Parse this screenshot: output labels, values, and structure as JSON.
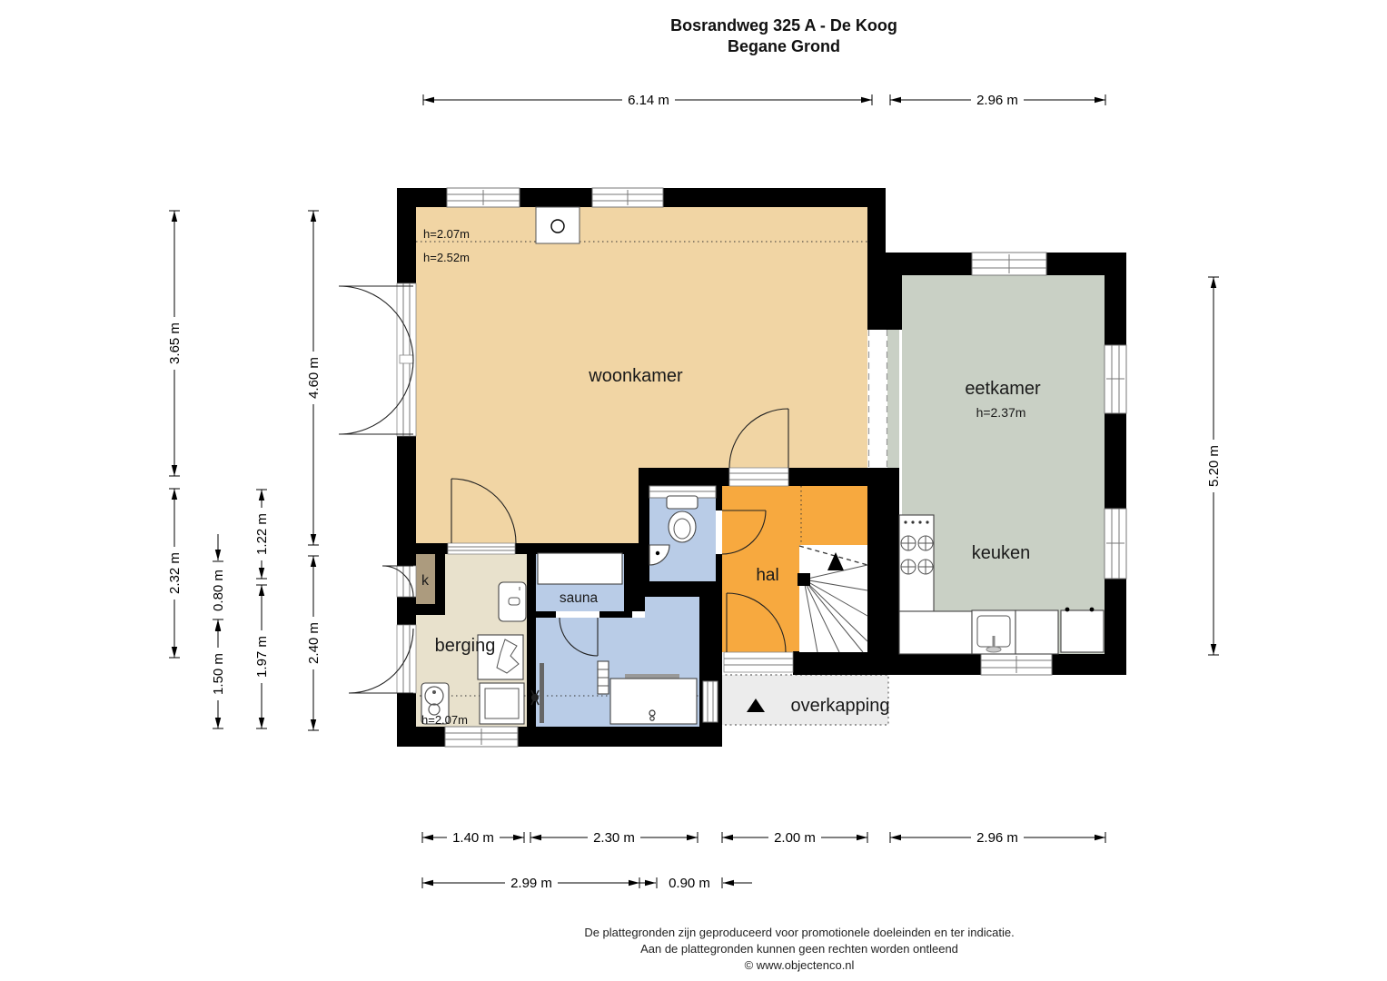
{
  "title": {
    "line1": "Bosrandweg 325 A - De Koog",
    "line2": "Begane Grond"
  },
  "rooms": {
    "woonkamer": {
      "label": "woonkamer",
      "height_note_low": "h=2.07m",
      "height_note_high": "h=2.52m"
    },
    "eetkamer": {
      "label": "eetkamer",
      "height_note": "h=2.37m"
    },
    "keuken": {
      "label": "keuken"
    },
    "hal": {
      "label": "hal"
    },
    "sauna": {
      "label": "sauna"
    },
    "berging": {
      "label": "berging",
      "height_note": "h=2.07m"
    },
    "kast": {
      "label": "k"
    },
    "overkapping": {
      "label": "overkapping"
    }
  },
  "dims": {
    "top1": "6.14 m",
    "top2": "2.96 m",
    "left1": "3.65 m",
    "left2": "2.32 m",
    "left3": "0.80 m",
    "left4": "1.50 m",
    "left5": "1.22 m",
    "left6": "1.97 m",
    "left7": "4.60 m",
    "left8": "2.40 m",
    "right1": "5.20 m",
    "bottom1": "1.40 m",
    "bottom2": "2.30 m",
    "bottom3": "2.00 m",
    "bottom4": "2.96 m",
    "bottom5": "2.99 m",
    "bottom6": "0.90 m"
  },
  "footer": {
    "line1": "De plattegronden zijn geproduceerd voor promotionele doeleinden en ter indicatie.",
    "line2": "Aan de plattegronden kunnen geen rechten worden ontleend",
    "line3": "© www.objectenco.nl"
  },
  "colors": {
    "wall": "#000000",
    "woonkamer": "#F1D5A4",
    "hal": "#F7A93F",
    "eetkamer_keuken": "#C9D0C5",
    "natte_ruimte": "#B9CCE7",
    "berging": "#E8E1CC",
    "kast": "#AC9B7E",
    "overkapping": "#ECECEC"
  }
}
